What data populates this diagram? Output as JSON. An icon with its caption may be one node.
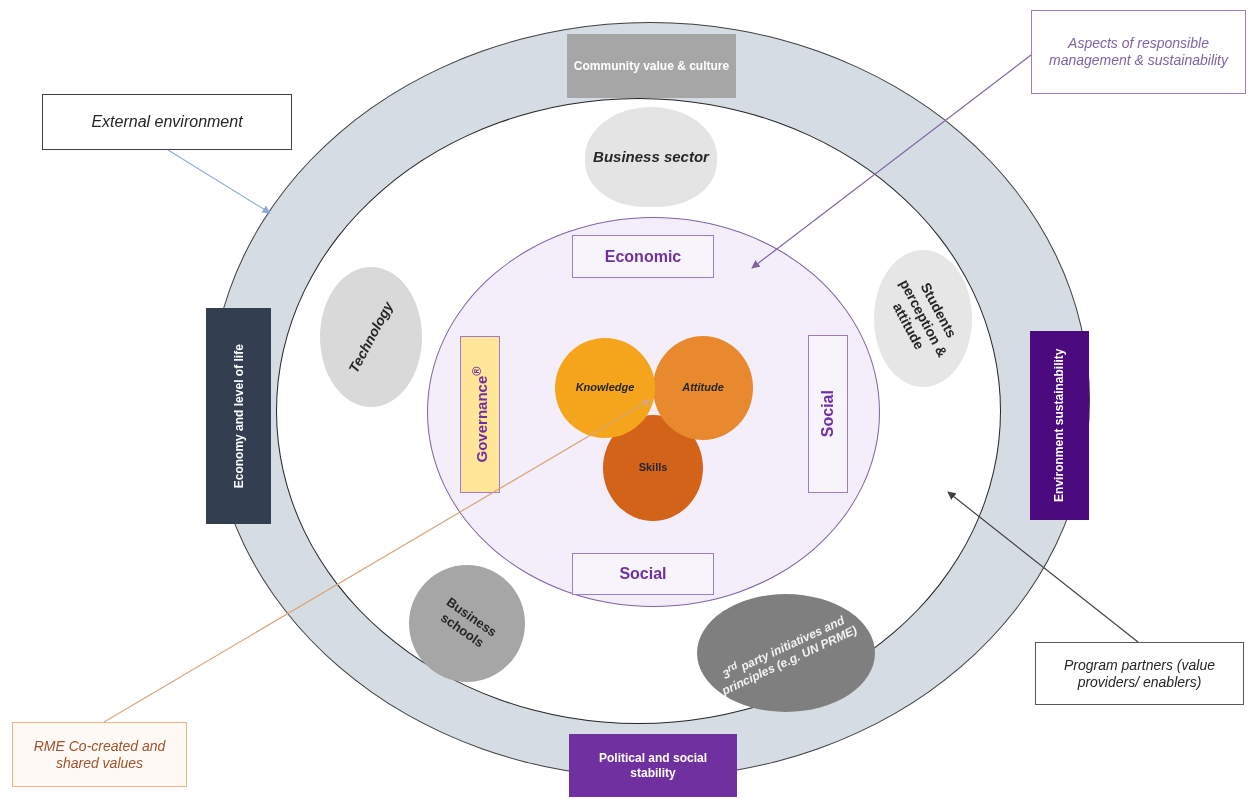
{
  "diagram": {
    "nodes": [
      {
        "text": [],
        "shape": "ellipse"
      },
      {
        "text": [
          "Community value & culture"
        ],
        "in": 0
      },
      {
        "text": [
          "Economy and level of life"
        ],
        "in": 0
      },
      {
        "text": [
          "Environment sustainability"
        ],
        "in": 0
      },
      {
        "text": [
          "Political and social stability"
        ],
        "in": 0
      },
      {
        "text": [],
        "shape": "ellipse",
        "in": 0
      },
      {
        "text": [
          "Business sector"
        ],
        "in": 5
      },
      {
        "text": [
          "Technology"
        ],
        "in": 5
      },
      {
        "text": [
          "Students perception & attitude"
        ],
        "in": 5
      },
      {
        "text": [
          "Business schools"
        ],
        "in": 5
      },
      {
        "text": [
          "3$^{rd}$ party initiatives and principles (e.g. UN PRME)"
        ],
        "in": 5
      },
      {
        "text": [],
        "shape": "ellipse",
        "in": 5
      },
      {
        "text": [
          "Economic"
        ],
        "in": 11
      },
      {
        "text": [
          "Governance$^{®}$"
        ],
        "in": 11
      },
      {
        "text": [
          "Social"
        ],
        "in": 11
      },
      {
        "text": [
          "Social"
        ],
        "in": 11
      },
      {
        "text": [
          "Knowledge"
        ],
        "in": 11
      },
      {
        "text": [
          "Attitude"
        ],
        "in": 11
      },
      {
        "text": [
          "Skills"
        ],
        "in": 11
      },
      {
        "text": [
          "External environment"
        ]
      },
      {
        "text": [
          "Aspects of responsible management & sustainability"
        ]
      },
      {
        "text": [
          "Program partners (value providers/ enablers)"
        ]
      },
      {
        "text": [
          "RME Co-created and shared values"
        ]
      }
    ],
    "edges": [
      {
        "from": 19,
        "to": 0,
        "arrow": "to",
        "color": "#8faadc"
      },
      {
        "from": 20,
        "to": 11,
        "arrow": "to",
        "color": "#8064a2"
      },
      {
        "from": 21,
        "to": 5,
        "arrow": "to",
        "color": "#404040"
      },
      {
        "from": 22,
        "to": 16,
        "arrow": "to",
        "color": "#d9a57a"
      }
    ]
  }
}
